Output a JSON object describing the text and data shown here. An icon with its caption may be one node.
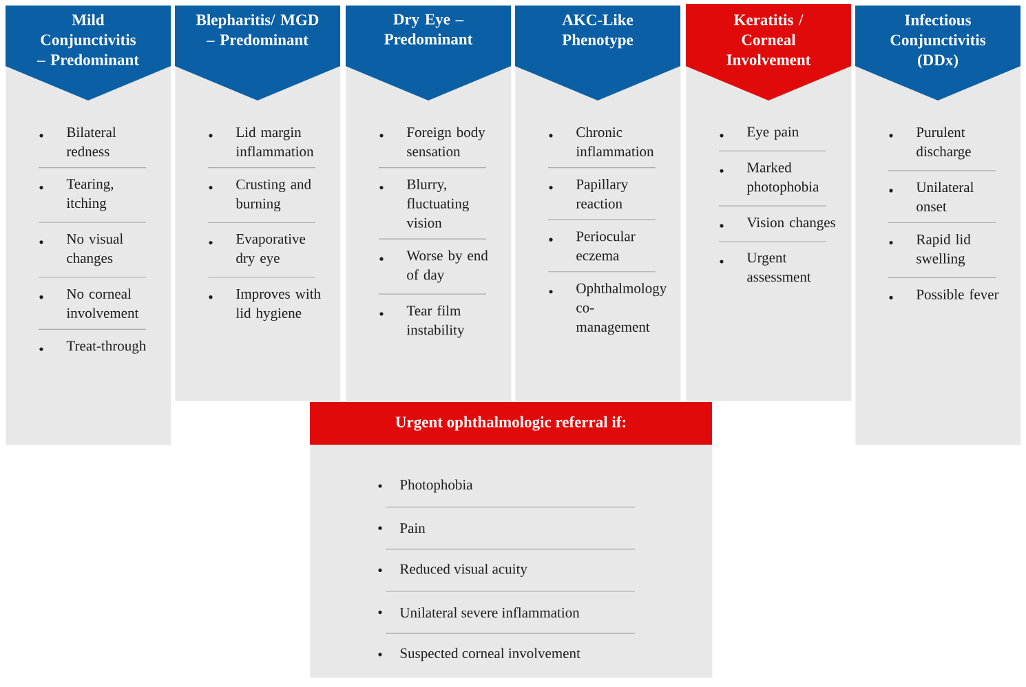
{
  "diagram": {
    "nodes": [
      {
        "text": [
          "Mild Conjunctivitis – Predominant",
          "Bilateral redness",
          "Tearing, itching",
          "No visual changes",
          "No corneal involvement",
          "Treat-through"
        ]
      },
      {
        "text": [
          "Blepharitis/ MGD – Predominant",
          "Lid margin inflammation",
          "Crusting and burning",
          "Evaporative dry eye",
          "Improves with lid hygiene"
        ]
      },
      {
        "text": [
          "Dry Eye – Predominant",
          "Foreign body sensation",
          "Blurry, fluctuating vision",
          "Worse by end of day",
          "Tear film instability"
        ]
      },
      {
        "text": [
          "AKC-Like Phenotype",
          "Chronic inflammation",
          "Papillary reaction",
          "Periocular eczema",
          "Ophthalmology co-management"
        ]
      },
      {
        "text": [
          "Keratitis / Corneal Involvement",
          "Eye pain",
          "Marked photophobia",
          "Vision changes",
          "Urgent assessment"
        ]
      },
      {
        "text": [
          "Infectious Conjunctivitis (DDx)",
          "Purulent discharge",
          "Unilateral onset",
          "Rapid lid swelling",
          "Possible fever"
        ]
      },
      {
        "text": [
          "Urgent ophthalmologic referral if:",
          "Photophobia",
          "Pain",
          "Reduced visual acuity",
          "Unilateral severe inflammation",
          "Suspected corneal involvement"
        ]
      }
    ]
  }
}
